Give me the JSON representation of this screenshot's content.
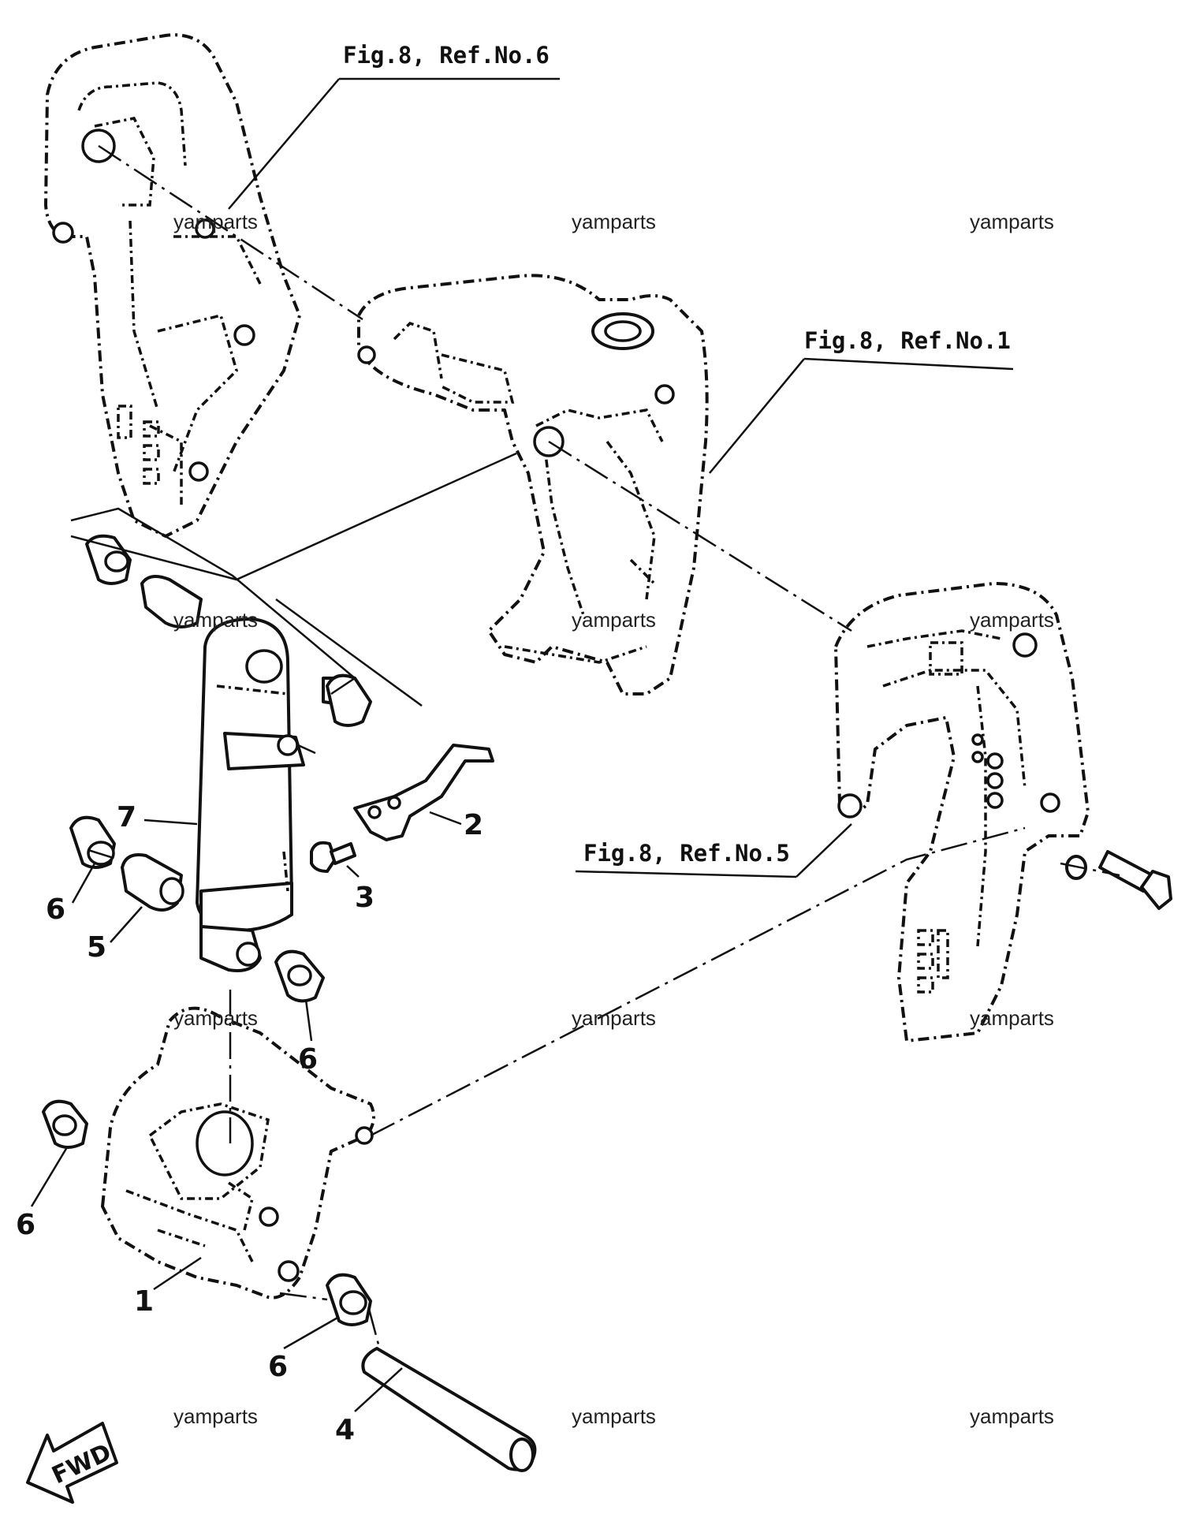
{
  "references": [
    {
      "id": "ref-fig8-no6",
      "text": "Fig.8, Ref.No.6"
    },
    {
      "id": "ref-fig8-no1",
      "text": "Fig.8, Ref.No.1"
    },
    {
      "id": "ref-fig8-no5",
      "text": "Fig.8, Ref.No.5"
    }
  ],
  "callouts": [
    {
      "id": "callout-7",
      "text": "7"
    },
    {
      "id": "callout-2",
      "text": "2"
    },
    {
      "id": "callout-3",
      "text": "3"
    },
    {
      "id": "callout-6a",
      "text": "6"
    },
    {
      "id": "callout-5",
      "text": "5"
    },
    {
      "id": "callout-6b",
      "text": "6"
    },
    {
      "id": "callout-6c",
      "text": "6"
    },
    {
      "id": "callout-1",
      "text": "1"
    },
    {
      "id": "callout-6d",
      "text": "6"
    },
    {
      "id": "callout-4",
      "text": "4"
    }
  ],
  "watermark": "yamparts",
  "fwd_label": "FWD",
  "colors": {
    "ink": "#111111",
    "background": "#ffffff"
  }
}
